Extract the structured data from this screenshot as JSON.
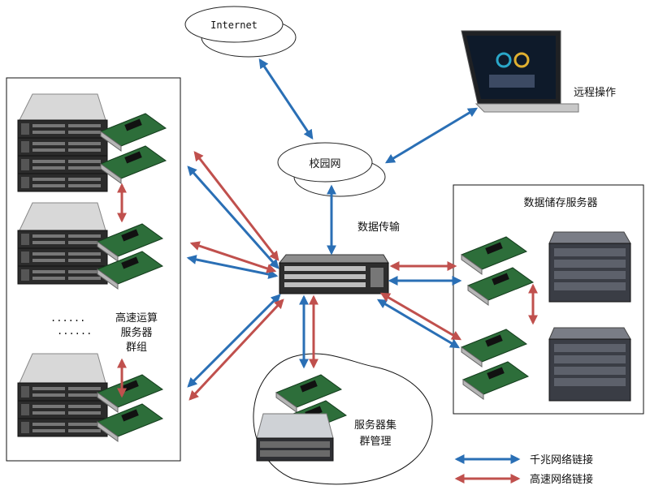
{
  "labels": {
    "internet": "Internet",
    "campus_net": "校园网",
    "remote": "远程操作",
    "data_transfer": "数据传输",
    "storage_servers": "数据储存服务器",
    "compute_group_line1": "高速运算",
    "compute_group_line2": "服务器",
    "compute_group_line3": "群组",
    "mgmt_line1": "服务器集",
    "mgmt_line2": "群管理",
    "dots1": "......",
    "dots2": "......"
  },
  "legend": {
    "gigabit": "千兆网络链接",
    "highspeed": "高速网络链接"
  },
  "colors": {
    "gigabit": "#2a6fb5",
    "highspeed": "#c0504d",
    "card_green": "#2d6e3a"
  }
}
